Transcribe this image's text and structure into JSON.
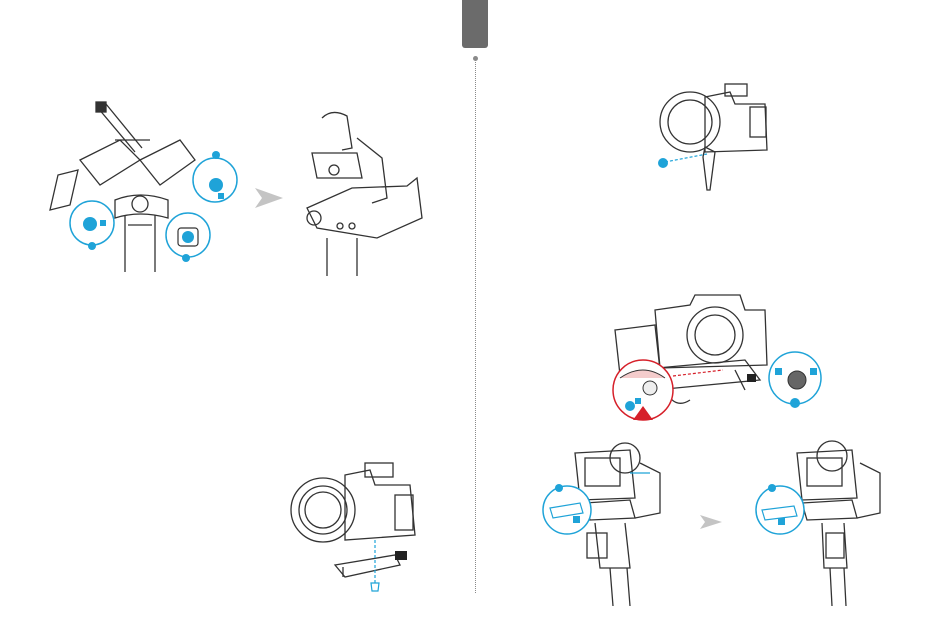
{
  "page": {
    "tab_color": "#6b6b6b",
    "accent": "#1fa3d8",
    "lock_icon_color": "#1fa3d8",
    "warning_color": "#d6202a"
  },
  "figures": [
    {
      "name": "figure-unlock-axes",
      "icon": "gimbal-unlock-icon"
    },
    {
      "name": "figure-gimbal-folded",
      "icon": "gimbal-folded-icon"
    },
    {
      "name": "figure-camera-baseplate",
      "icon": "camera-baseplate-icon"
    },
    {
      "name": "figure-camera-support",
      "icon": "camera-support-icon"
    },
    {
      "name": "figure-mount-camera-lock",
      "icon": "camera-mount-lock-icon"
    },
    {
      "name": "figure-balance-before",
      "icon": "gimbal-balance-icon"
    },
    {
      "name": "figure-balance-after",
      "icon": "gimbal-balance-icon"
    }
  ]
}
